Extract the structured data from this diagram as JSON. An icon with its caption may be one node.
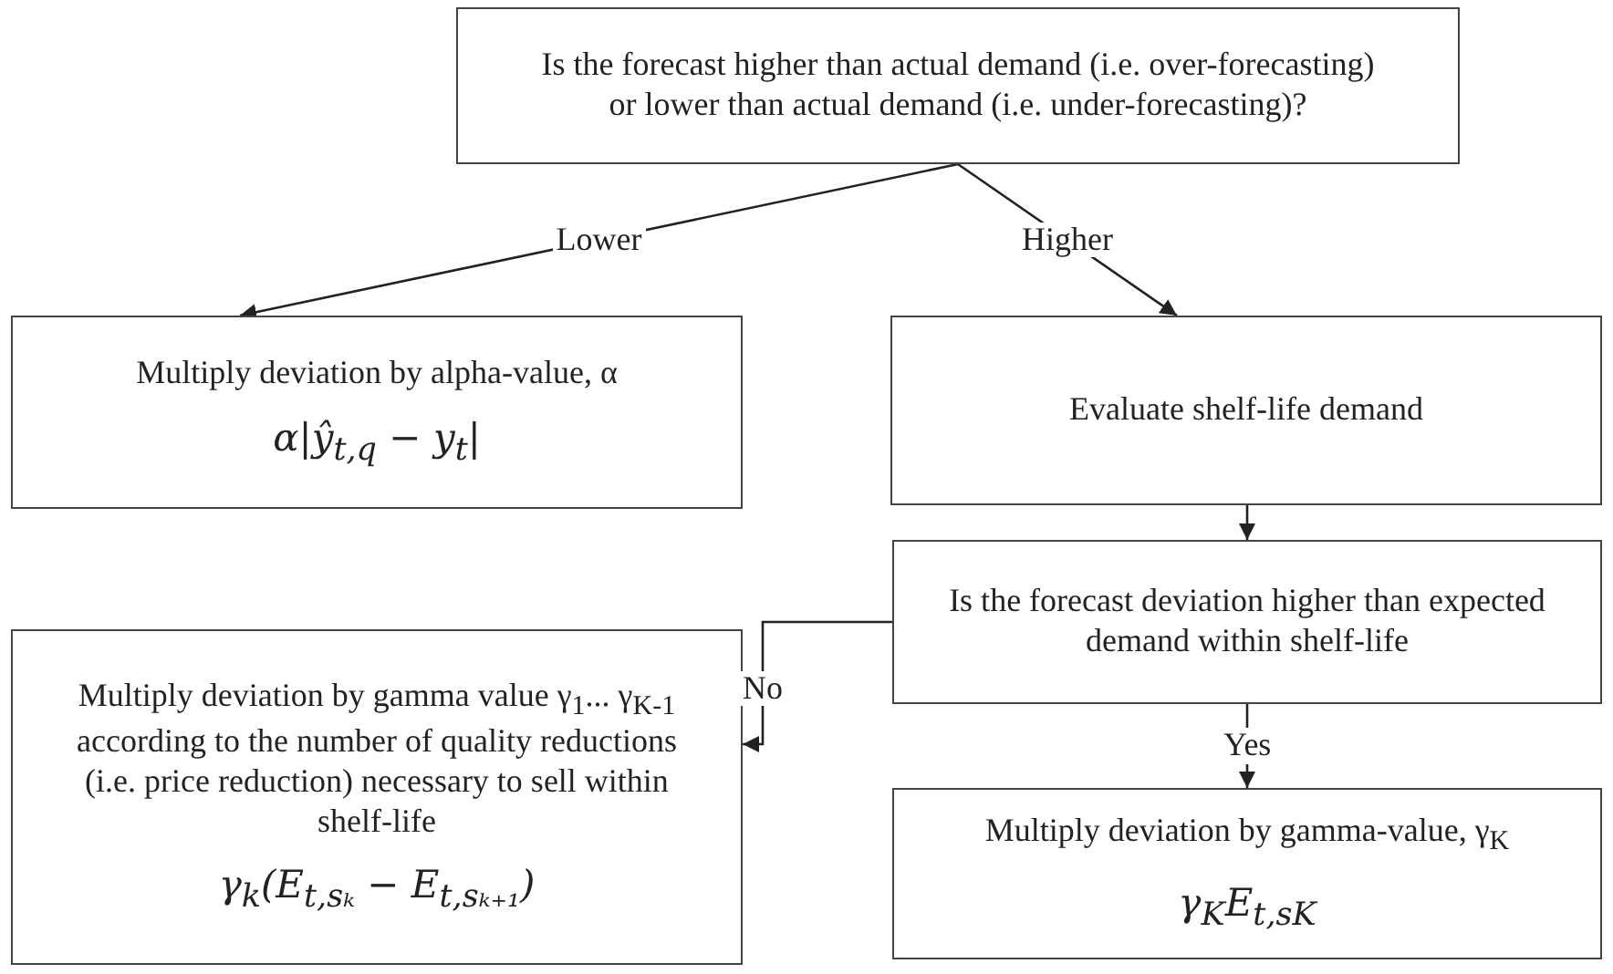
{
  "diagram": {
    "nodes": [
      {
        "text": [
          "Is the forecast higher than actual demand (i.e. over-forecasting) or lower than actual demand (i.e. under-forecasting)?"
        ]
      },
      {
        "text": [
          "Multiply deviation by alpha-value, α",
          "α|ŷ$_{t,q}$ − y$_{t}$|"
        ]
      },
      {
        "text": [
          "Evaluate shelf-life demand"
        ]
      },
      {
        "text": [
          "Is the forecast deviation higher than expected demand within shelf-life"
        ]
      },
      {
        "text": [
          "Multiply deviation by gamma value γ$_{1}$... γ$_{K-1}$ according to the number of quality reductions (i.e. price reduction) necessary to sell within shelf-life",
          "γ$_{k}$(E$_{t,sₖ}$ − E$_{t,sₖ₊₁}$)"
        ]
      },
      {
        "text": [
          "Multiply deviation by gamma-value, γ$_{K}$",
          "γ$_{K}$E$_{t,s}$$_{K}$"
        ]
      }
    ],
    "edges": [
      {
        "from": 0,
        "to": 1,
        "arrow": "to",
        "label": "Lower"
      },
      {
        "from": 0,
        "to": 2,
        "arrow": "to",
        "label": "Higher"
      },
      {
        "from": 2,
        "to": 3,
        "arrow": "to"
      },
      {
        "from": 3,
        "to": 4,
        "arrow": "to",
        "label": "No"
      },
      {
        "from": 3,
        "to": 5,
        "arrow": "to",
        "label": "Yes"
      }
    ]
  }
}
